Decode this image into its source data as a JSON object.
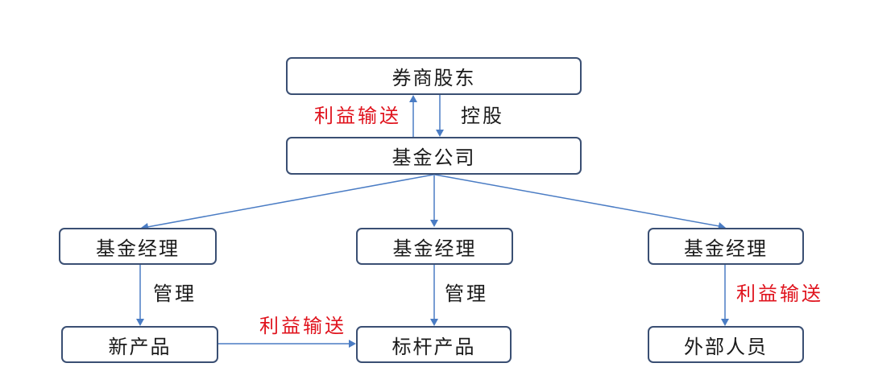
{
  "nodes": {
    "broker_shareholder": "券商股东",
    "fund_company": "基金公司",
    "fund_manager_left": "基金经理",
    "fund_manager_center": "基金经理",
    "fund_manager_right": "基金经理",
    "new_product": "新产品",
    "benchmark_product": "标杆产品",
    "outsider": "外部人员"
  },
  "labels": {
    "benefit_transfer_top": "利益输送",
    "holding_control": "控股",
    "manage_left": "管理",
    "manage_center": "管理",
    "benefit_transfer_bottom": "利益输送",
    "benefit_transfer_right": "利益输送"
  },
  "colors": {
    "box_border": "#3a4f73",
    "arrow": "#4a7cc4",
    "highlight_text": "#e0141e",
    "normal_text": "#1a1a1a"
  }
}
